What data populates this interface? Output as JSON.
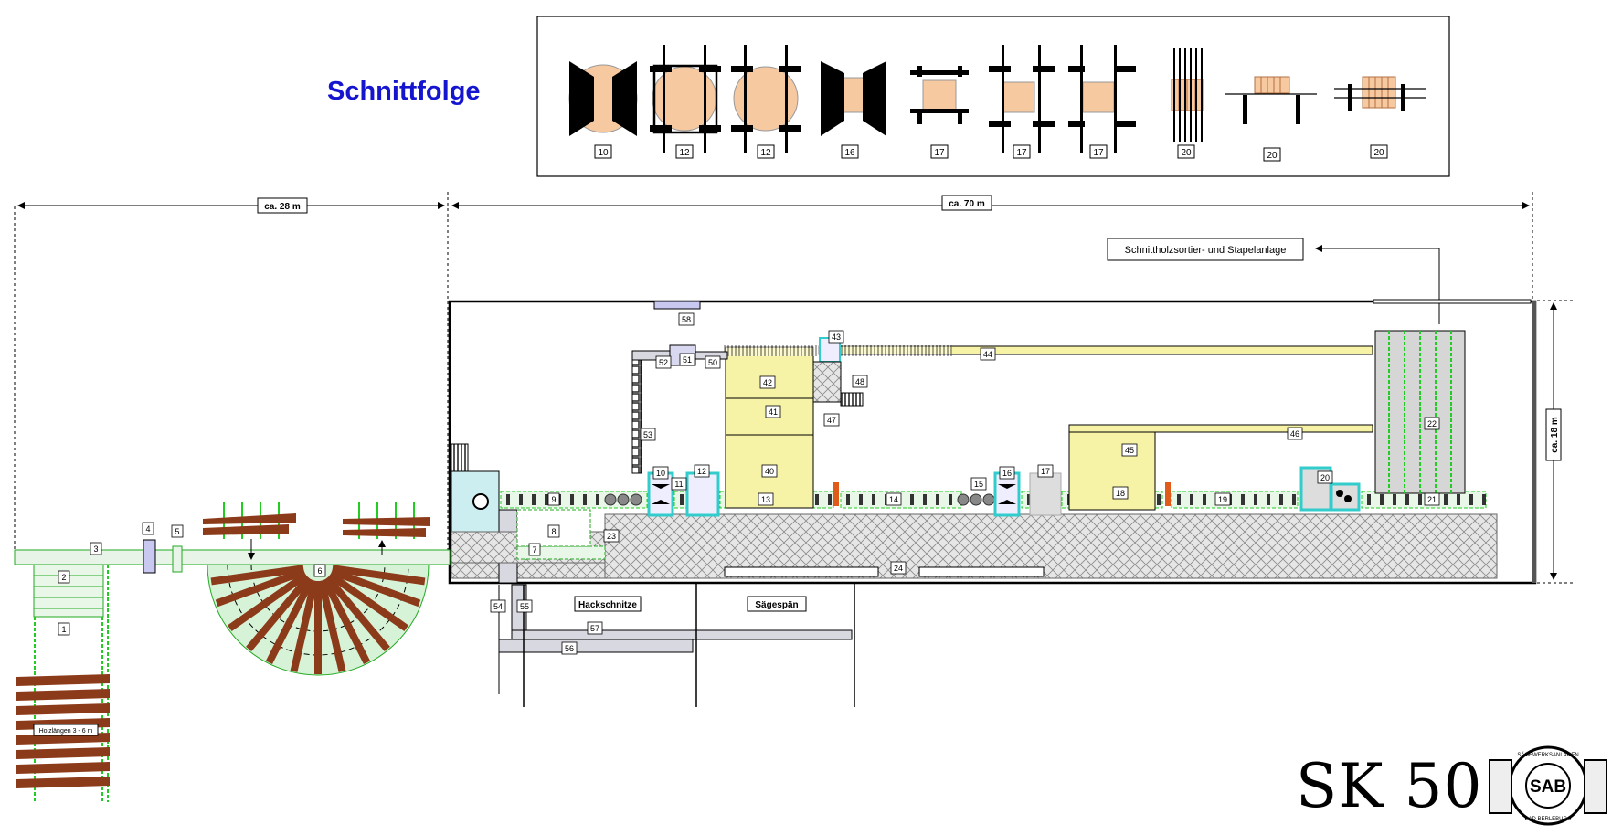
{
  "heading": "Schnittfolge",
  "brand": "SK 50",
  "logo": {
    "center": "SAB",
    "ring_top": "SÄGEWERKSANLAGEN",
    "ring_bottom": "BAD BERLEBURG"
  },
  "dimensions": {
    "left_width": "ca. 28 m",
    "right_width": "ca. 70 m",
    "hall_depth": "ca. 18 m"
  },
  "callout": "Schnittholzsortier- und Stapelanlage",
  "areas": {
    "chips": "Hackschnitze",
    "sawdust": "Sägespän",
    "log_lengths": "Holzlängen 3 - 6  m"
  },
  "cut_sequence": [
    "10",
    "12",
    "12",
    "16",
    "17",
    "17",
    "17",
    "20",
    "20",
    "20"
  ],
  "markers": [
    "1",
    "2",
    "3",
    "4",
    "5",
    "6",
    "7",
    "8",
    "9",
    "10",
    "11",
    "12",
    "13",
    "14",
    "15",
    "16",
    "17",
    "18",
    "19",
    "20",
    "21",
    "22",
    "23",
    "24",
    "40",
    "41",
    "42",
    "43",
    "44",
    "45",
    "46",
    "47",
    "48",
    "50",
    "51",
    "52",
    "53",
    "54",
    "55",
    "56",
    "57",
    "58"
  ],
  "colors": {
    "machine_edge": "#33cccc",
    "conveyor": "#22cc22",
    "wood": "#8b3a1a",
    "cant": "#f7c9a0",
    "yellow": "#f6f2a6",
    "blue": "#1515d0"
  }
}
